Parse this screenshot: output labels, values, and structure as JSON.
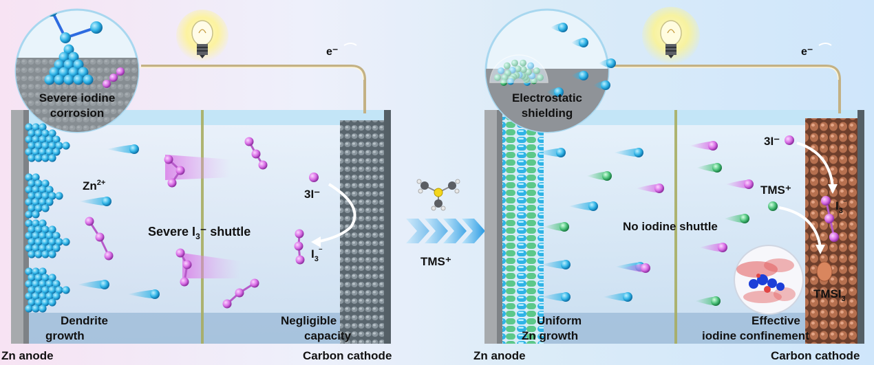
{
  "left_panel": {
    "anode_label": "Zn anode",
    "cathode_label": "Carbon cathode",
    "bubble_label_line1": "Severe iodine",
    "bubble_label_line2": "corrosion",
    "electron_label": "e⁻",
    "zn_ion_label": "Zn",
    "zn_ion_charge": "2+",
    "shuttle_label_prefix": "Severe I",
    "shuttle_label_sub": "3",
    "shuttle_label_suffix": "⁻ shuttle",
    "iodide_label": "3I⁻",
    "triiodide_label": "I",
    "triiodide_sub": "3",
    "triiodide_sup": "⁻",
    "dendrite_line1": "Dendrite",
    "dendrite_line2": "growth",
    "capacity_line1": "Negligible",
    "capacity_line2": "capacity"
  },
  "center": {
    "additive_label": "TMS⁺"
  },
  "right_panel": {
    "anode_label": "Zn anode",
    "cathode_label": "Carbon cathode",
    "bubble_label_line1": "Electrostatic",
    "bubble_label_line2": "shielding",
    "electron_label": "e⁻",
    "iodide_label": "3I⁻",
    "tms_label": "TMS⁺",
    "triiodide_label": "I",
    "triiodide_sub": "3",
    "triiodide_sup": "⁻",
    "no_shuttle_label": "No iodine shuttle",
    "tmsi_label": "TMSI",
    "tmsi_sub": "3",
    "uniform_line1": "Uniform",
    "uniform_line2": "Zn growth",
    "confinement_line1": "Effective",
    "confinement_line2": "iodine confinement"
  },
  "colors": {
    "zn_ion": "#2fb3e6",
    "iodine": "#d96ee6",
    "tms": "#4cc27a",
    "electrolyte": "#cfe3f4",
    "carbon_left": "#4f5b63",
    "carbon_right": "#a0644a"
  },
  "icons": {
    "bulb": "light-bulb-icon",
    "arrow": "chevron-right-icon",
    "molecule": "tms-molecule-icon"
  }
}
